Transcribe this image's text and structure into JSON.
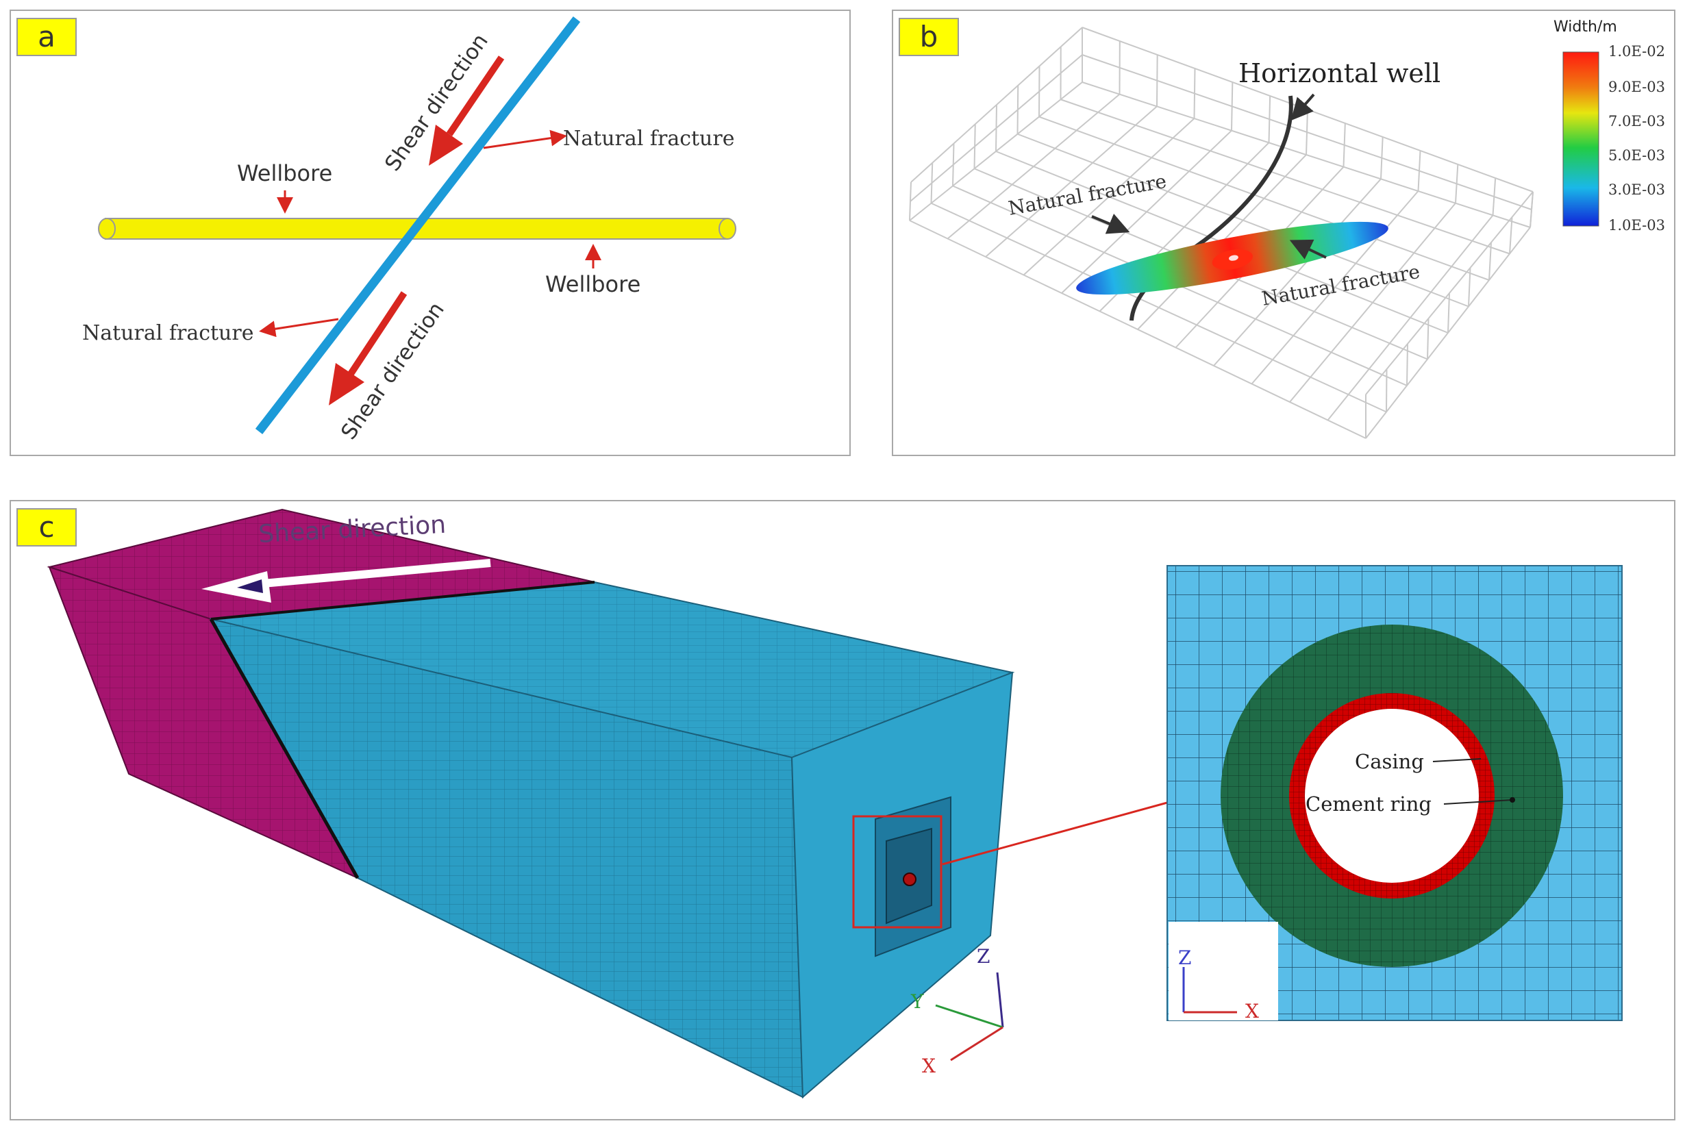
{
  "colors": {
    "wellbore": "#f5f000",
    "fracture": "#1c9ad8",
    "arrow_red": "#d8261f",
    "magenta": "#a6146f",
    "teal": "#2b9dc4",
    "green_cement": "#1f6b47",
    "casing_red": "#d10000",
    "sky": "#59bde8"
  },
  "panel_a": {
    "tag": "a",
    "labels": {
      "shear_top": "Shear direction",
      "shear_bottom": "Shear direction",
      "fracture_right": "Natural  fracture",
      "fracture_left": "Natural  fracture",
      "wellbore_top": "Wellbore",
      "wellbore_right": "Wellbore"
    }
  },
  "panel_b": {
    "tag": "b",
    "title_well": "Horizontal well",
    "fracture_left": "Natural  fracture",
    "fracture_right": "Natural  fracture",
    "legend": {
      "title": "Width/m",
      "ticks": [
        "1.0E-02",
        "9.0E-03",
        "7.0E-03",
        "5.0E-03",
        "3.0E-03",
        "1.0E-03"
      ]
    }
  },
  "panel_c": {
    "tag": "c",
    "shear": "Shear direction",
    "casing": "Casing",
    "cement": "Cement ring",
    "axes": {
      "x": "X",
      "y": "Y",
      "z": "Z"
    },
    "inset_axes": {
      "x": "X",
      "z": "Z"
    }
  }
}
